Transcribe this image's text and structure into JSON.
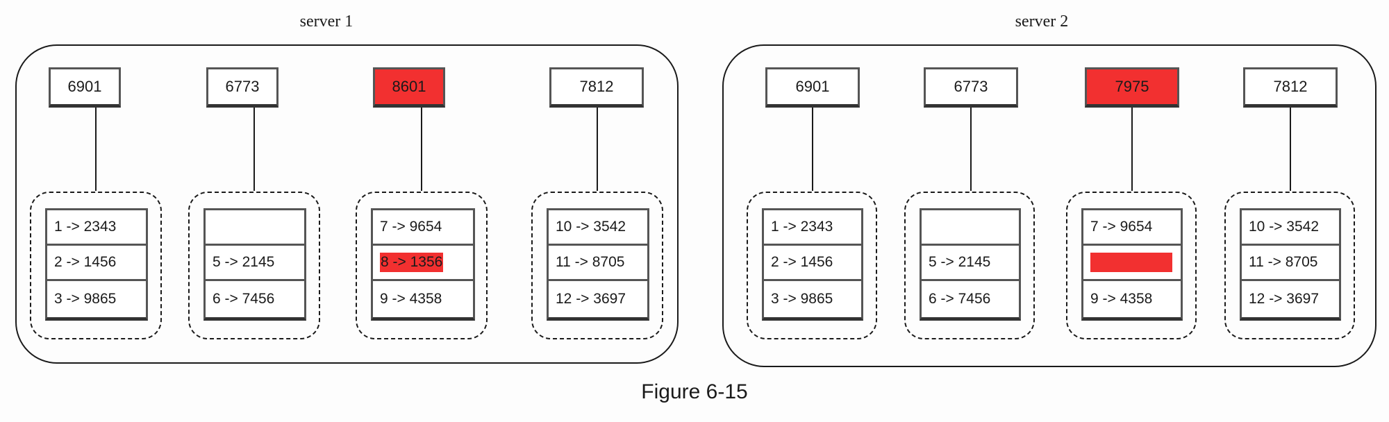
{
  "caption": "Figure 6-15",
  "servers": [
    {
      "title": "server 1",
      "nodes": [
        {
          "label": "6901",
          "highlighted": false
        },
        {
          "label": "6773",
          "highlighted": false
        },
        {
          "label": "8601",
          "highlighted": true
        },
        {
          "label": "7812",
          "highlighted": false
        }
      ],
      "groups": [
        {
          "rows": [
            {
              "text": "1 -> 2343"
            },
            {
              "text": "2 -> 1456"
            },
            {
              "text": "3 -> 9865"
            }
          ]
        },
        {
          "rows": [
            {
              "text": ""
            },
            {
              "text": "5 -> 2145"
            },
            {
              "text": "6 -> 7456"
            }
          ]
        },
        {
          "rows": [
            {
              "text": "7 -> 9654"
            },
            {
              "text": "8 -> 1356",
              "highlighted": true
            },
            {
              "text": "9 -> 4358"
            }
          ]
        },
        {
          "rows": [
            {
              "text": "10 -> 3542"
            },
            {
              "text": "11 -> 8705"
            },
            {
              "text": "12 -> 3697"
            }
          ]
        }
      ]
    },
    {
      "title": "server 2",
      "nodes": [
        {
          "label": "6901",
          "highlighted": false
        },
        {
          "label": "6773",
          "highlighted": false
        },
        {
          "label": "7975",
          "highlighted": true
        },
        {
          "label": "7812",
          "highlighted": false
        }
      ],
      "groups": [
        {
          "rows": [
            {
              "text": "1 -> 2343"
            },
            {
              "text": "2 -> 1456"
            },
            {
              "text": "3 -> 9865"
            }
          ]
        },
        {
          "rows": [
            {
              "text": ""
            },
            {
              "text": "5 -> 2145"
            },
            {
              "text": "6 -> 7456"
            }
          ]
        },
        {
          "rows": [
            {
              "text": "7 -> 9654"
            },
            {
              "text": "",
              "highlighted": true
            },
            {
              "text": "9 -> 4358"
            }
          ]
        },
        {
          "rows": [
            {
              "text": "10 -> 3542"
            },
            {
              "text": "11 -> 8705"
            },
            {
              "text": "12 -> 3697"
            }
          ]
        }
      ]
    }
  ],
  "colors": {
    "highlight": "#f23030"
  }
}
